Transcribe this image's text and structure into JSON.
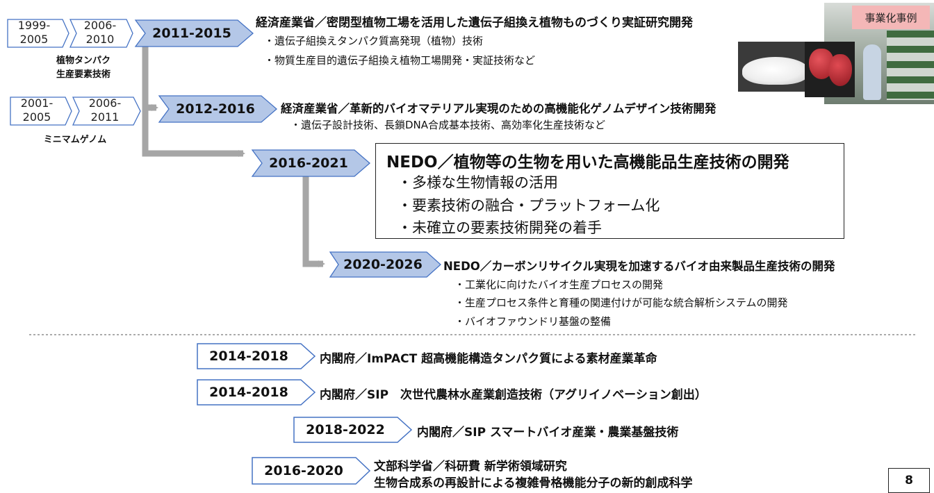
{
  "colors": {
    "period_fill": "#b4c7e7",
    "period_stroke": "#4472c4",
    "connector": "#a6a6a6",
    "badge": "#f4b7b7"
  },
  "early": {
    "group1": {
      "p1": "1999-\n2005",
      "p2": "2006-\n2010",
      "caption": "植物タンパク\n生産要素技術"
    },
    "group2": {
      "p1": "2001-\n2005",
      "p2": "2006-\n2011",
      "caption": "ミニマムゲノム"
    }
  },
  "projects": [
    {
      "period": "2011-2015",
      "title": "経済産業省／密閉型植物工場を活用した遺伝子組換え植物ものづくり実証研究開発",
      "bullets": [
        "・遺伝子組換えタンパク質高発現（植物）技術",
        "・物質生産目的遺伝子組換え植物工場開発・実証技術など"
      ]
    },
    {
      "period": "2012-2016",
      "title": "経済産業省／革新的バイオマテリアル実現のための高機能化ゲノムデザイン技術開発",
      "bullets": [
        "・遺伝子設計技術、長鎖DNA合成基本技術、高効率化生産技術など"
      ]
    },
    {
      "period": "2016-2021",
      "title": "NEDO／植物等の生物を用いた高機能品生産技術の開発",
      "bullets": [
        "・多様な生物情報の活用",
        "・要素技術の融合・プラットフォーム化",
        "・未確立の要素技術開発の着手"
      ]
    },
    {
      "period": "2020-2026",
      "title": "NEDO／カーボンリサイクル実現を加速するバイオ由来製品生産技術の開発",
      "bullets": [
        "・工業化に向けたバイオ生産プロセスの開発",
        "・生産プロセス条件と育種の関連付けが可能な統合解析システムの開発",
        "・バイオファウンドリ基盤の整備"
      ]
    }
  ],
  "other_projects": [
    {
      "period": "2014-2018",
      "title": "内閣府／ImPACT 超高機能構造タンパク質による素材産業革命"
    },
    {
      "period": "2014-2018",
      "title": "内閣府／SIP　次世代農林水産業創造技術（アグリイノベーション創出）"
    },
    {
      "period": "2018-2022",
      "title": "内閣府／SIP スマートバイオ産業・農業基盤技術"
    },
    {
      "period": "2016-2020",
      "title": "文部科学省／科研費 新学術領域研究",
      "subtitle": "生物合成系の再設計による複雑骨格機能分子の新的創成科学"
    }
  ],
  "photo_badge": "事業化事例",
  "page_number": "8"
}
